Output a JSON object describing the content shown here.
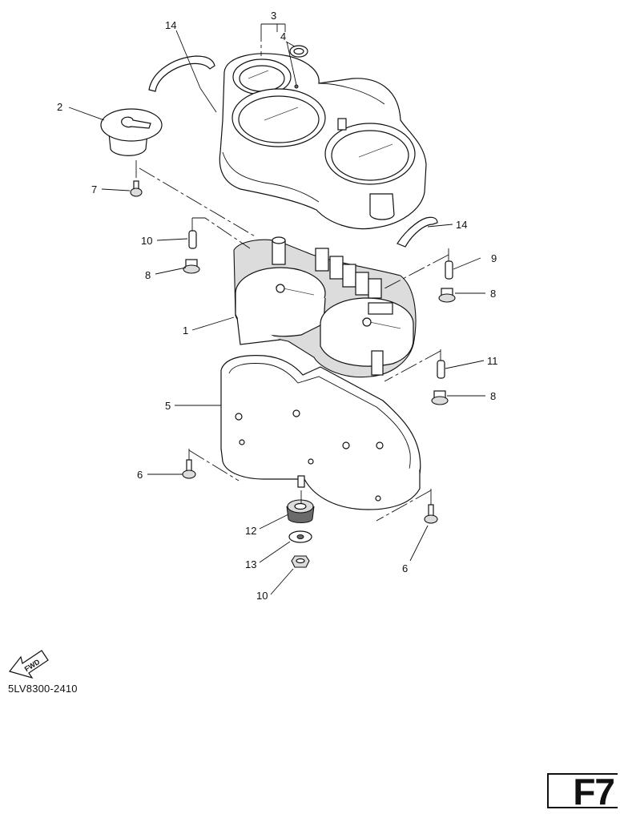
{
  "diagram": {
    "callouts": [
      {
        "id": "c1",
        "label": "1"
      },
      {
        "id": "c2",
        "label": "2"
      },
      {
        "id": "c3",
        "label": "3"
      },
      {
        "id": "c4",
        "label": "4"
      },
      {
        "id": "c5",
        "label": "5"
      },
      {
        "id": "c6a",
        "label": "6"
      },
      {
        "id": "c6b",
        "label": "6"
      },
      {
        "id": "c7",
        "label": "7"
      },
      {
        "id": "c8a",
        "label": "8"
      },
      {
        "id": "c8b",
        "label": "8"
      },
      {
        "id": "c8c",
        "label": "8"
      },
      {
        "id": "c9",
        "label": "9"
      },
      {
        "id": "c10a",
        "label": "10"
      },
      {
        "id": "c10b",
        "label": "10"
      },
      {
        "id": "c11",
        "label": "11"
      },
      {
        "id": "c12",
        "label": "12"
      },
      {
        "id": "c13",
        "label": "13"
      },
      {
        "id": "c14a",
        "label": "14"
      },
      {
        "id": "c14b",
        "label": "14"
      }
    ],
    "fwd_label": "FWD"
  },
  "footer": {
    "drawing_code": "5LV8300-2410",
    "page_code": "F7"
  }
}
